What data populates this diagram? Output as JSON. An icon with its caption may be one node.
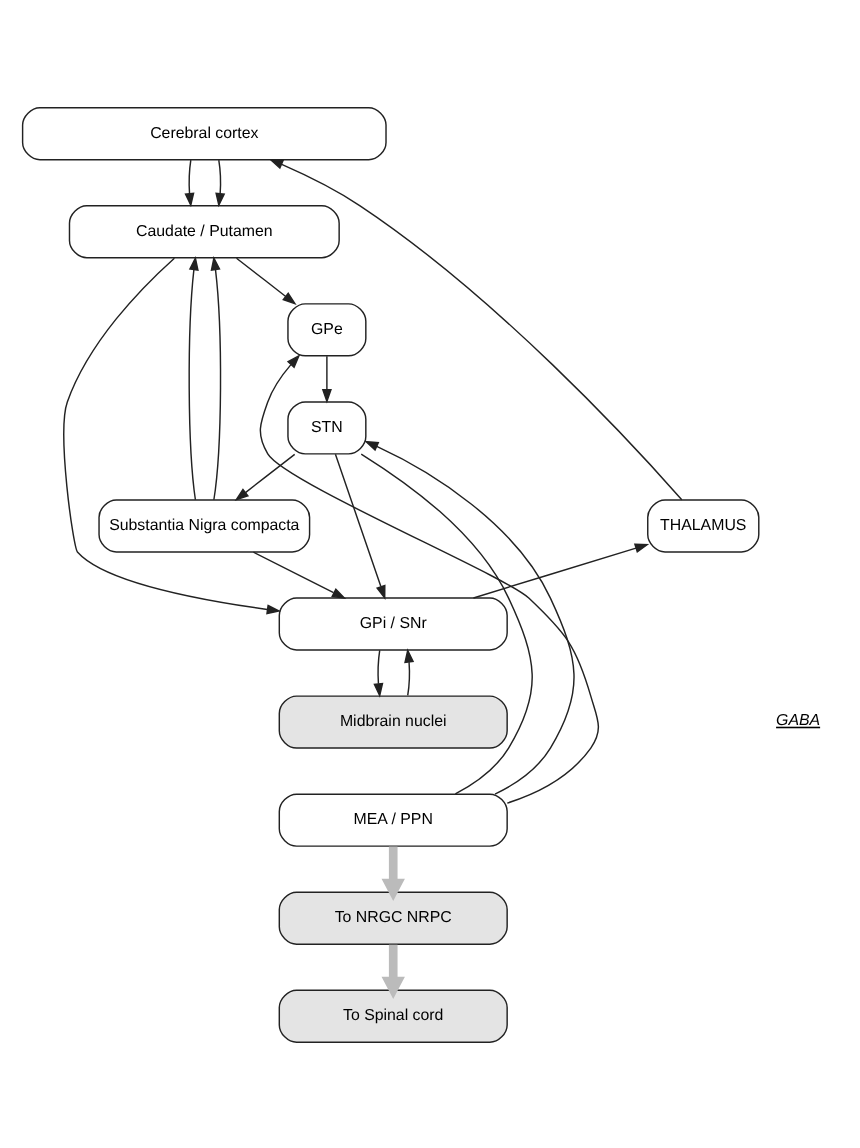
{
  "diagram": {
    "nodes": [
      {
        "text": [
          "Cerebral cortex"
        ]
      },
      {
        "text": [
          "Caudate / Putamen"
        ]
      },
      {
        "text": [
          "GPe"
        ]
      },
      {
        "text": [
          "STN"
        ]
      },
      {
        "text": [
          "Substantia Nigra compacta"
        ]
      },
      {
        "text": [
          "THALAMUS"
        ]
      },
      {
        "text": [
          "GPi / SNr"
        ]
      },
      {
        "text": [
          "Midbrain nuclei"
        ]
      },
      {
        "text": [
          "MEA / PPN"
        ]
      },
      {
        "text": [
          "To NRGC NRPC"
        ]
      },
      {
        "text": [
          "To Spinal cord"
        ]
      }
    ],
    "edges": [
      {
        "from": 0,
        "to": 1,
        "arrow": "to"
      },
      {
        "from": 0,
        "to": 1,
        "arrow": "to"
      },
      {
        "from": 1,
        "to": 2,
        "arrow": "to"
      },
      {
        "from": 4,
        "to": 1,
        "arrow": "to"
      },
      {
        "from": 4,
        "to": 1,
        "arrow": "to"
      },
      {
        "from": 5,
        "to": 0,
        "arrow": "to"
      },
      {
        "from": 2,
        "to": 3,
        "arrow": "to"
      },
      {
        "from": 3,
        "to": 4,
        "arrow": "to"
      },
      {
        "from": 3,
        "to": 6,
        "arrow": "to"
      },
      {
        "from": 4,
        "to": 6,
        "arrow": "to"
      },
      {
        "from": 1,
        "to": 6,
        "arrow": "to"
      },
      {
        "from": 6,
        "to": 5,
        "arrow": "to"
      },
      {
        "from": 6,
        "to": 7,
        "arrow": "to"
      },
      {
        "from": 7,
        "to": 6,
        "arrow": "to"
      },
      {
        "from": 8,
        "to": 2,
        "arrow": "to"
      },
      {
        "from": 8,
        "to": 3,
        "arrow": "to"
      },
      {
        "from": 3,
        "to": 8,
        "arrow": "none"
      },
      {
        "from": 8,
        "to": 9,
        "arrow": "to",
        "style": "thick",
        "color": "#bbbbbb"
      },
      {
        "from": 9,
        "to": 10,
        "arrow": "to",
        "style": "thick",
        "color": "#bbbbbb"
      }
    ],
    "labels": [
      "GABA"
    ]
  }
}
